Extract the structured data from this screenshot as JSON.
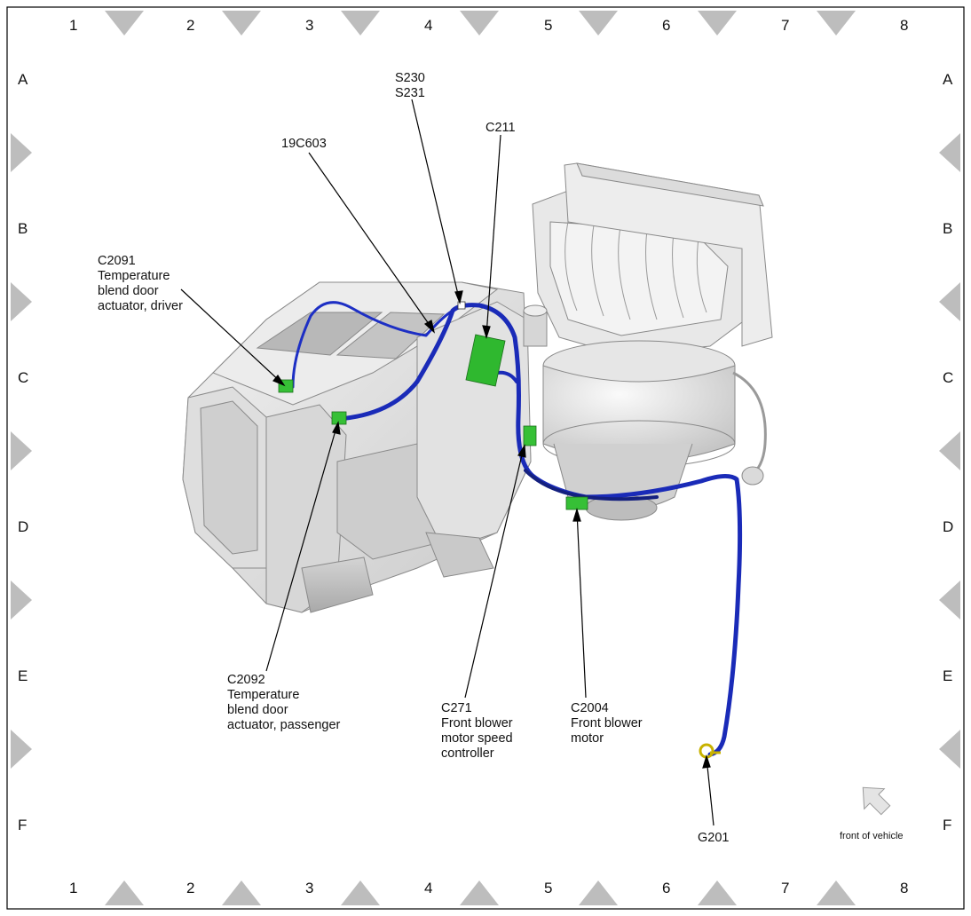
{
  "grid": {
    "columns": [
      "1",
      "2",
      "3",
      "4",
      "5",
      "6",
      "7",
      "8"
    ],
    "rows": [
      "A",
      "B",
      "C",
      "D",
      "E",
      "F"
    ]
  },
  "callouts": {
    "s230": {
      "lines": [
        "S230",
        "S231"
      ]
    },
    "c211": {
      "lines": [
        "C211"
      ]
    },
    "c19c603": {
      "lines": [
        "19C603"
      ]
    },
    "c2091": {
      "lines": [
        "C2091",
        "Temperature",
        "blend door",
        "actuator, driver"
      ]
    },
    "c2092": {
      "lines": [
        "C2092",
        "Temperature",
        "blend door",
        "actuator, passenger"
      ]
    },
    "c271": {
      "lines": [
        "C271",
        "Front blower",
        "motor speed",
        "controller"
      ]
    },
    "c2004": {
      "lines": [
        "C2004",
        "Front blower",
        "motor"
      ]
    },
    "g201": {
      "lines": [
        "G201"
      ]
    }
  },
  "orientation": {
    "label": "front of vehicle",
    "icon": "arrow-up-right-icon"
  },
  "colors": {
    "harness": "#1d2fc4",
    "connector": "#2fb82f",
    "ground": "#c8b200",
    "module": "#d9d9d9",
    "border_marker": "#bdbdbd"
  }
}
